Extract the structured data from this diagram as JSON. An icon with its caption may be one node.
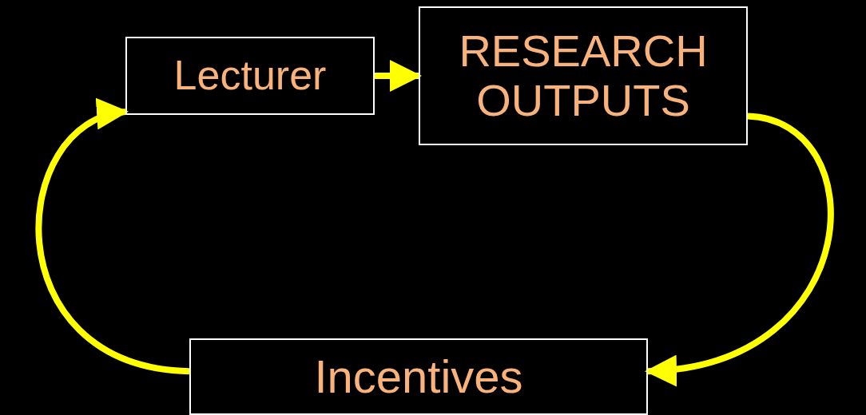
{
  "diagram": {
    "nodes": [
      {
        "text": [
          "Lecturer"
        ]
      },
      {
        "text": [
          "RESEARCH OUTPUTS"
        ]
      },
      {
        "text": [
          "Incentives"
        ]
      }
    ],
    "edges": [
      {
        "from": 0,
        "to": 1,
        "arrow": "to"
      },
      {
        "from": 1,
        "to": 2,
        "arrow": "to"
      },
      {
        "from": 2,
        "to": 0,
        "arrow": "to"
      }
    ]
  }
}
